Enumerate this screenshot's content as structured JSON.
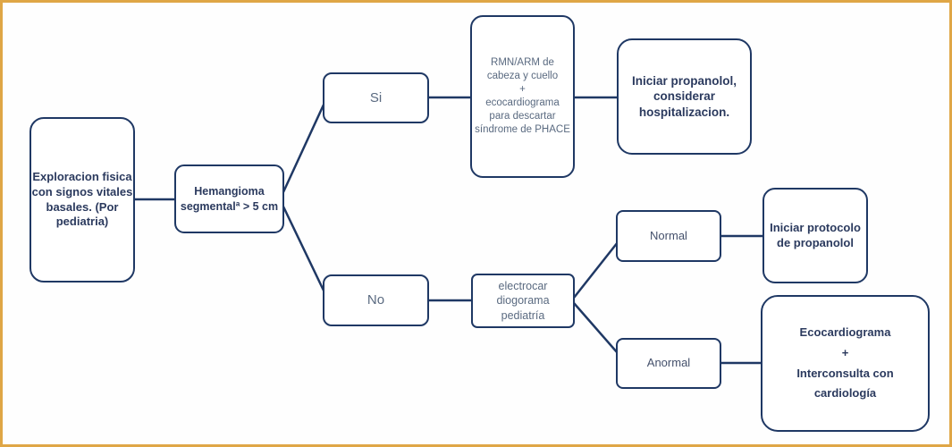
{
  "diagram": {
    "type": "flowchart",
    "language": "es",
    "nodes": {
      "exploracion": {
        "text": "Exploracion fisica\ncon signos vitales\nbasales. (Por\npediatria)"
      },
      "hemangioma": {
        "text": "Hemangioma\nsegmentalª > 5 cm"
      },
      "si": {
        "text": "Si"
      },
      "no": {
        "text": "No"
      },
      "rmn_phace": {
        "text": "RMN/ARM de\ncabeza y cuello\n+\necocardiograma\npara descartar\nsíndrome de PHACE"
      },
      "iniciar_propanolol": {
        "text": "Iniciar propanolol,\nconsiderar\nhospitalizacion."
      },
      "ecg_pediatria": {
        "text": "electrocar\ndiogorama\npediatría"
      },
      "normal": {
        "text": "Normal"
      },
      "anormal": {
        "text": "Anormal"
      },
      "protocolo_propanolol": {
        "text": "Iniciar protocolo\nde propanolol"
      },
      "eco_interconsulta": {
        "text": "Ecocardiograma\n+\nInterconsulta con\ncardiología"
      }
    },
    "edges": [
      {
        "from": "exploracion",
        "to": "hemangioma"
      },
      {
        "from": "hemangioma",
        "to": "si"
      },
      {
        "from": "hemangioma",
        "to": "no"
      },
      {
        "from": "si",
        "to": "rmn_phace"
      },
      {
        "from": "rmn_phace",
        "to": "iniciar_propanolol"
      },
      {
        "from": "no",
        "to": "ecg_pediatria"
      },
      {
        "from": "ecg_pediatria",
        "to": "normal"
      },
      {
        "from": "ecg_pediatria",
        "to": "anormal"
      },
      {
        "from": "normal",
        "to": "protocolo_propanolol"
      },
      {
        "from": "anormal",
        "to": "eco_interconsulta"
      }
    ],
    "colors": {
      "node_border": "#1f3864",
      "connector": "#1f3864",
      "text_dark": "#2b3a5e",
      "text_mid": "#44506b",
      "text_light": "#5a6a80",
      "frame_border": "#dfa646",
      "background": "#ffffff"
    }
  }
}
